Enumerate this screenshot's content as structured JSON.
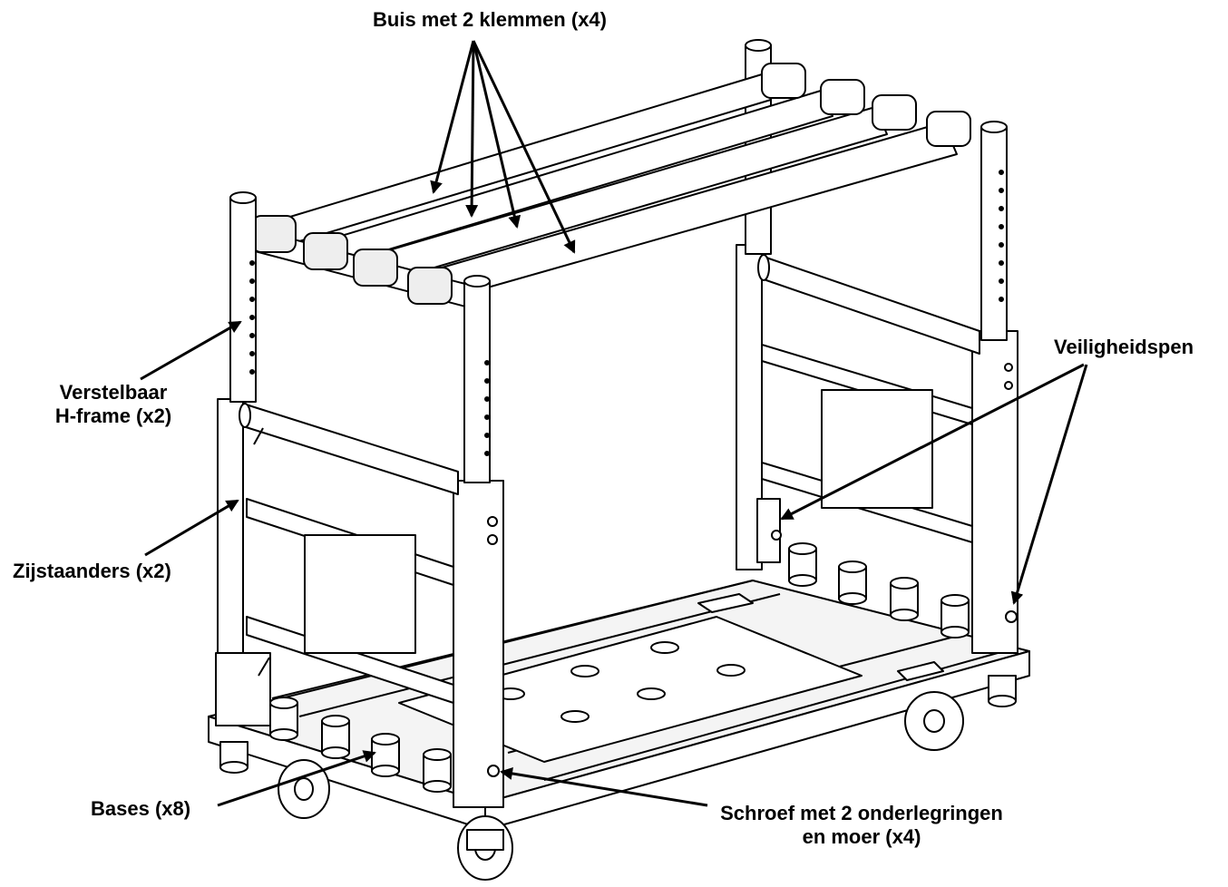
{
  "labels": {
    "tubes": "Buis met 2 klemmen (x4)",
    "hframe_line1": "Verstelbaar",
    "hframe_line2": "H-frame (x2)",
    "side_stands": "Zijstaanders (x2)",
    "safety_pin": "Veiligheidspen",
    "bases": "Bases (x8)",
    "screw_line1": "Schroef met 2 onderlegringen",
    "screw_line2": "en moer (x4)"
  },
  "colors": {
    "line": "#000000",
    "fill": "#ffffff",
    "shade": "#e8e8e8"
  }
}
